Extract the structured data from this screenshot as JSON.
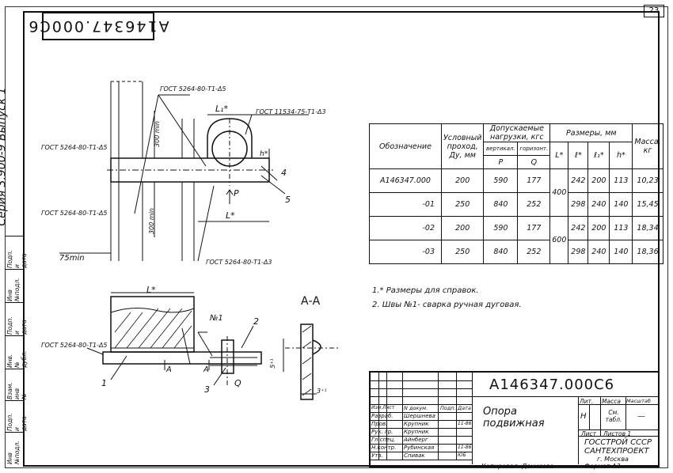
{
  "stamp": "A146347.000C6",
  "page_number": "23",
  "series": "Серия 3.900-9 Выпуск 1",
  "left_strip": [
    "Инв №подл.",
    "Подп. и дата",
    "Взам. инв №",
    "Инв. № дубл.",
    "Подп. и дата",
    "Инв №подл.",
    "Подп. и дата"
  ],
  "drawing_labels": {
    "gost_weld_top": "ГОСТ 5264-80-Т1-Δ5",
    "gost_clamp": "ГОСТ 11534-75-Т1-Δ3",
    "l1": "L₁*",
    "h": "h*",
    "dim_300_top": "300 min",
    "dim_300_bot": "300 min",
    "gost_weld_left1": "ГОСТ 5264-80-Т1-Δ5",
    "gost_weld_left2": "ГОСТ 5264-80-Т1-Δ5",
    "p_force": "P",
    "l_mid": "L*",
    "callout_4": "4",
    "callout_5": "5",
    "dim_75": "75min",
    "gost_weld_bottom": "ГОСТ 5264-80-Т1-Δ3",
    "l_bottom": "L*",
    "gost_weld_lower": "ГОСТ 5264-80-Т1-Δ5",
    "weld_no1": "№1",
    "callout_2": "2",
    "callout_1": "1",
    "section_a": "A",
    "section_a2": "A",
    "callout_3": "3",
    "q_force": "Q",
    "section_view": "А-А",
    "dim_5": "5⁺¹",
    "dim_3": "3⁺¹"
  },
  "spec_table": {
    "headers": {
      "designation": "Обозначение",
      "nominal": "Условный проход, Ду, мм",
      "loads": "Допускаемые нагрузки, кгс",
      "vertical": "вертикал.",
      "horizontal": "горизонт.",
      "p": "P",
      "q": "Q",
      "dims": "Размеры, мм",
      "L": "L*",
      "l": "ℓ*",
      "l1": "ℓ₁*",
      "h": "h*",
      "mass": "Масса, кг"
    },
    "rows": [
      {
        "designation": "А146347.000",
        "du": "200",
        "p": "590",
        "q": "177",
        "L": "400",
        "l": "242",
        "l1": "200",
        "h": "113",
        "mass": "10,23"
      },
      {
        "designation": "-01",
        "du": "250",
        "p": "840",
        "q": "252",
        "L": "",
        "l": "298",
        "l1": "240",
        "h": "140",
        "mass": "15,45"
      },
      {
        "designation": "-02",
        "du": "200",
        "p": "590",
        "q": "177",
        "L": "600",
        "l": "242",
        "l1": "200",
        "h": "113",
        "mass": "18,34"
      },
      {
        "designation": "-03",
        "du": "250",
        "p": "840",
        "q": "252",
        "L": "",
        "l": "298",
        "l1": "240",
        "h": "140",
        "mass": "18,36"
      }
    ]
  },
  "notes": [
    "1.* Размеры для справок.",
    "2. Швы №1- сварка ручная дуговая."
  ],
  "title_block": {
    "code": "А146347.000С6",
    "name_line1": "Опора",
    "name_line2": "подвижная",
    "col_lit": "Лит.",
    "col_mass": "Масса",
    "col_scale": "Масштаб",
    "lit_value": "Н",
    "mass_value": "См. табл.",
    "scale_value": "—",
    "sheet": "Лист",
    "sheets": "Листов 1",
    "org1": "ГОССТРОЙ СССР",
    "org2": "САНТЕХПРОЕКТ",
    "org3": "г. Москва",
    "copied": "Копировал: Денисова",
    "format": "Формат А3",
    "left_rows": [
      {
        "role": "Изм.Лист",
        "name": "N докум.",
        "sign": "Подп.",
        "date": "Дата"
      },
      {
        "role": "Разраб.",
        "name": "Шершнева",
        "sign": "",
        "date": ""
      },
      {
        "role": "Пров.",
        "name": "Крупник",
        "sign": "",
        "date": "11-86"
      },
      {
        "role": "Рук. гр.",
        "name": "Крупник",
        "sign": "",
        "date": ""
      },
      {
        "role": "Гл.спец.",
        "name": "Айнберг",
        "sign": "",
        "date": ""
      },
      {
        "role": "Н.контр.",
        "name": "Рубинская",
        "sign": "",
        "date": "11-86"
      },
      {
        "role": "Утв.",
        "name": "Спивак",
        "sign": "",
        "date": "ЮБ"
      }
    ]
  }
}
